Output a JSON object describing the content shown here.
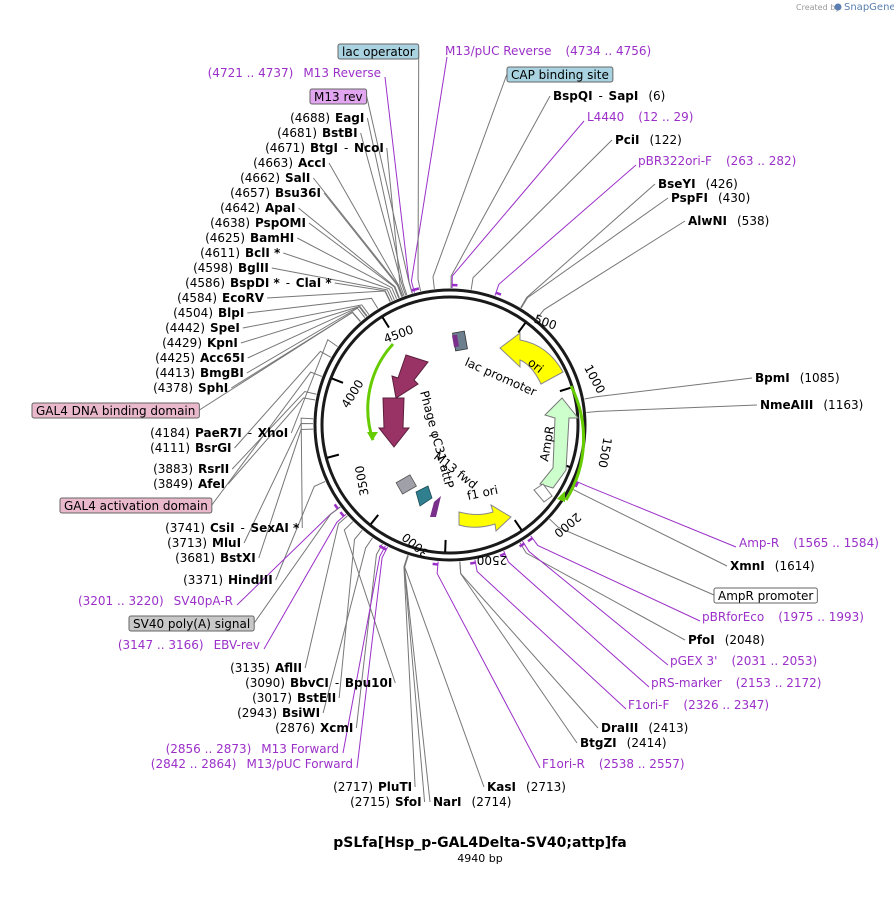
{
  "credit": "Created by",
  "brand": "SnapGene",
  "plasmid": {
    "name": "pSLfa[Hsp_p-GAL4Delta-SV40;attp]fa",
    "length": "4940 bp"
  },
  "ticks": [
    "500",
    "1000",
    "1500",
    "2000",
    "2500",
    "3000",
    "3500",
    "4000",
    "4500"
  ],
  "features": {
    "ori": "ori",
    "ampr": "AmpR",
    "lac_promoter": "lac promoter",
    "phage": "Phage φC31 attP",
    "m13_fwd": "M13 fwd",
    "f1_ori": "f1 ori"
  },
  "boxed_labels": [
    {
      "text": "lac operator",
      "fill": "#a9d3e0"
    },
    {
      "text": "CAP binding site",
      "fill": "#a9d3e0"
    },
    {
      "text": "M13 rev",
      "fill": "#e2a5ef"
    },
    {
      "text": "GAL4 DNA binding domain",
      "fill": "#eab8cb"
    },
    {
      "text": "GAL4 activation domain",
      "fill": "#eab8cb"
    },
    {
      "text": "SV40 poly(A) signal",
      "fill": "#c8c8c8"
    },
    {
      "text": "AmpR promoter",
      "fill": "#ffffff"
    }
  ],
  "primer_labels": [
    {
      "name": "M13/pUC Reverse",
      "range": "(4734 .. 4756)"
    },
    {
      "name": "M13 Reverse",
      "range": "(4721 .. 4737)"
    },
    {
      "name": "L4440",
      "range": "(12 .. 29)"
    },
    {
      "name": "pBR322ori-F",
      "range": "(263 .. 282)"
    },
    {
      "name": "Amp-R",
      "range": "(1565 .. 1584)"
    },
    {
      "name": "pBRforEco",
      "range": "(1975 .. 1993)"
    },
    {
      "name": "pGEX 3'",
      "range": "(2031 .. 2053)"
    },
    {
      "name": "pRS-marker",
      "range": "(2153 .. 2172)"
    },
    {
      "name": "F1ori-F",
      "range": "(2326 .. 2347)"
    },
    {
      "name": "F1ori-R",
      "range": "(2538 .. 2557)"
    },
    {
      "name": "SV40pA-R",
      "range": "(3201 .. 3220)"
    },
    {
      "name": "EBV-rev",
      "range": "(3147 .. 3166)"
    },
    {
      "name": "M13 Forward",
      "range": "(2856 .. 2873)"
    },
    {
      "name": "M13/pUC Forward",
      "range": "(2842 .. 2864)"
    }
  ],
  "enzymes_left": [
    {
      "pos": "(4688)",
      "name": "EagI"
    },
    {
      "pos": "(4681)",
      "name": "BstBI"
    },
    {
      "pos": "(4671)",
      "name": "BtgI",
      "name2": "NcoI"
    },
    {
      "pos": "(4663)",
      "name": "AccI"
    },
    {
      "pos": "(4662)",
      "name": "SalI"
    },
    {
      "pos": "(4657)",
      "name": "Bsu36I"
    },
    {
      "pos": "(4642)",
      "name": "ApaI"
    },
    {
      "pos": "(4638)",
      "name": "PspOMI"
    },
    {
      "pos": "(4625)",
      "name": "BamHI"
    },
    {
      "pos": "(4611)",
      "name": "BclI *"
    },
    {
      "pos": "(4598)",
      "name": "BglII"
    },
    {
      "pos": "(4586)",
      "name": "BspDI *",
      "name2": "ClaI *"
    },
    {
      "pos": "(4584)",
      "name": "EcoRV"
    },
    {
      "pos": "(4504)",
      "name": "BlpI"
    },
    {
      "pos": "(4442)",
      "name": "SpeI"
    },
    {
      "pos": "(4429)",
      "name": "KpnI"
    },
    {
      "pos": "(4425)",
      "name": "Acc65I"
    },
    {
      "pos": "(4413)",
      "name": "BmgBI"
    },
    {
      "pos": "(4378)",
      "name": "SphI"
    },
    {
      "pos": "(4184)",
      "name": "PaeR7I",
      "name2": "XhoI"
    },
    {
      "pos": "(4111)",
      "name": "BsrGI"
    },
    {
      "pos": "(3883)",
      "name": "RsrII"
    },
    {
      "pos": "(3849)",
      "name": "AfeI"
    },
    {
      "pos": "(3741)",
      "name": "CsiI",
      "name2": "SexAI *"
    },
    {
      "pos": "(3713)",
      "name": "MluI"
    },
    {
      "pos": "(3681)",
      "name": "BstXI"
    },
    {
      "pos": "(3371)",
      "name": "HindIII"
    },
    {
      "pos": "(3135)",
      "name": "AflII"
    },
    {
      "pos": "(3090)",
      "name": "BbvCI",
      "name2": "Bpu10I"
    },
    {
      "pos": "(3017)",
      "name": "BstEII"
    },
    {
      "pos": "(2943)",
      "name": "BsiWI"
    },
    {
      "pos": "(2876)",
      "name": "XcmI"
    },
    {
      "pos": "(2717)",
      "name": "PluTI"
    },
    {
      "pos": "(2715)",
      "name": "SfoI"
    }
  ],
  "enzymes_right": [
    {
      "name": "BspQI",
      "name2": "SapI",
      "pos": "(6)"
    },
    {
      "name": "PciI",
      "pos": "(122)"
    },
    {
      "name": "BseYI",
      "pos": "(426)"
    },
    {
      "name": "PspFI",
      "pos": "(430)"
    },
    {
      "name": "AlwNI",
      "pos": "(538)"
    },
    {
      "name": "BpmI",
      "pos": "(1085)"
    },
    {
      "name": "NmeAIII",
      "pos": "(1163)"
    },
    {
      "name": "XmnI",
      "pos": "(1614)"
    },
    {
      "name": "PfoI",
      "pos": "(2048)"
    },
    {
      "name": "DraIII",
      "pos": "(2413)"
    },
    {
      "name": "BtgZI",
      "pos": "(2414)"
    },
    {
      "name": "KasI",
      "pos": "(2713)"
    },
    {
      "name": "NarI",
      "pos": "(2714)"
    }
  ],
  "colors": {
    "primer": "#9b30c8",
    "ori": "#ffff00",
    "ampr": "#ccffcc",
    "gal4": "#993366",
    "green_arc": "#66cc00",
    "m13": "#2f7f8f",
    "promoter_gray": "#a0a0a8"
  }
}
